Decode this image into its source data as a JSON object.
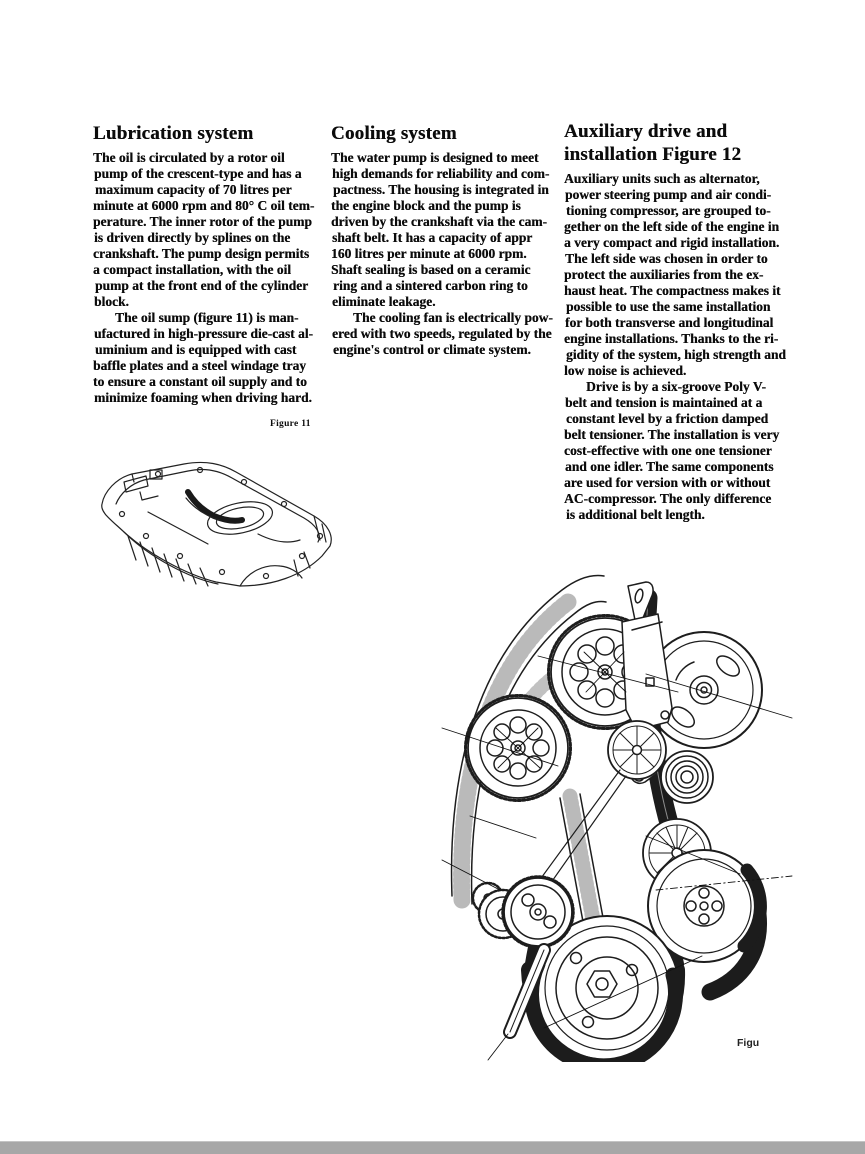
{
  "ink_color": "#0c0c0c",
  "footer": {
    "bar_color": "#a7a7a7"
  },
  "figures": {
    "fig11": {
      "caption": "Figure 11"
    },
    "fig12": {
      "corner_label": "Figu"
    }
  },
  "columns": [
    {
      "heading_lines": [
        "Lubrication system"
      ],
      "paragraphs": [
        {
          "indent": false,
          "lines": [
            "The oil is circulated by a rotor oil",
            "pump of the crescent-type and has a",
            "maximum capacity of 70 litres per",
            "minute at 6000 rpm and 80° C oil tem-",
            "perature. The inner rotor of the pump",
            "is driven directly by splines on the",
            "crankshaft. The pump design permits",
            "a compact installation, with the oil",
            "pump at the front end of the cylinder",
            "block."
          ]
        },
        {
          "indent": true,
          "lines": [
            "The oil sump (figure 11) is man-",
            "ufactured in high-pressure die-cast al-",
            "uminium and is equipped with cast",
            "baffle plates and a steel windage tray",
            "to ensure a constant oil supply and to",
            "minimize foaming when driving hard."
          ]
        }
      ]
    },
    {
      "heading_lines": [
        "Cooling system"
      ],
      "paragraphs": [
        {
          "indent": false,
          "lines": [
            "The water pump is designed to meet",
            "high demands for reliability and com-",
            "pactness. The housing is integrated in",
            "the engine block and the pump is",
            "driven by the crankshaft via the cam-",
            "shaft belt. It has a capacity of appr",
            "160 litres per minute at 6000 rpm.",
            "Shaft sealing is based on a ceramic",
            "ring and a sintered carbon ring to",
            "eliminate leakage."
          ]
        },
        {
          "indent": true,
          "lines": [
            "The cooling fan is electrically pow-",
            "ered with two speeds, regulated by the",
            "engine's control or climate system."
          ]
        }
      ]
    },
    {
      "heading_lines": [
        "Auxiliary drive and",
        "installation Figure 12"
      ],
      "paragraphs": [
        {
          "indent": false,
          "lines": [
            "Auxiliary units such as alternator,",
            "power steering pump and air condi-",
            "tioning compressor, are grouped to-",
            "gether on the left side of the engine in",
            "a very compact and rigid installation.",
            "The left side was chosen in order to",
            "protect the auxiliaries from the ex-",
            "haust heat. The compactness makes it",
            "possible to use the same installation",
            "for both transverse and longitudinal",
            "engine installations. Thanks to the ri-",
            "gidity of the system, high strength and",
            "low noise is achieved."
          ]
        },
        {
          "indent": true,
          "lines": [
            "Drive is by a six-groove Poly V-",
            "belt and tension is maintained at a",
            "constant level by a friction damped",
            "belt tensioner. The installation is very",
            "cost-effective with one one tensioner",
            "and one idler. The same components",
            "are used for version with or without",
            "AC-compressor. The only difference",
            "is additional belt length."
          ]
        }
      ]
    }
  ]
}
